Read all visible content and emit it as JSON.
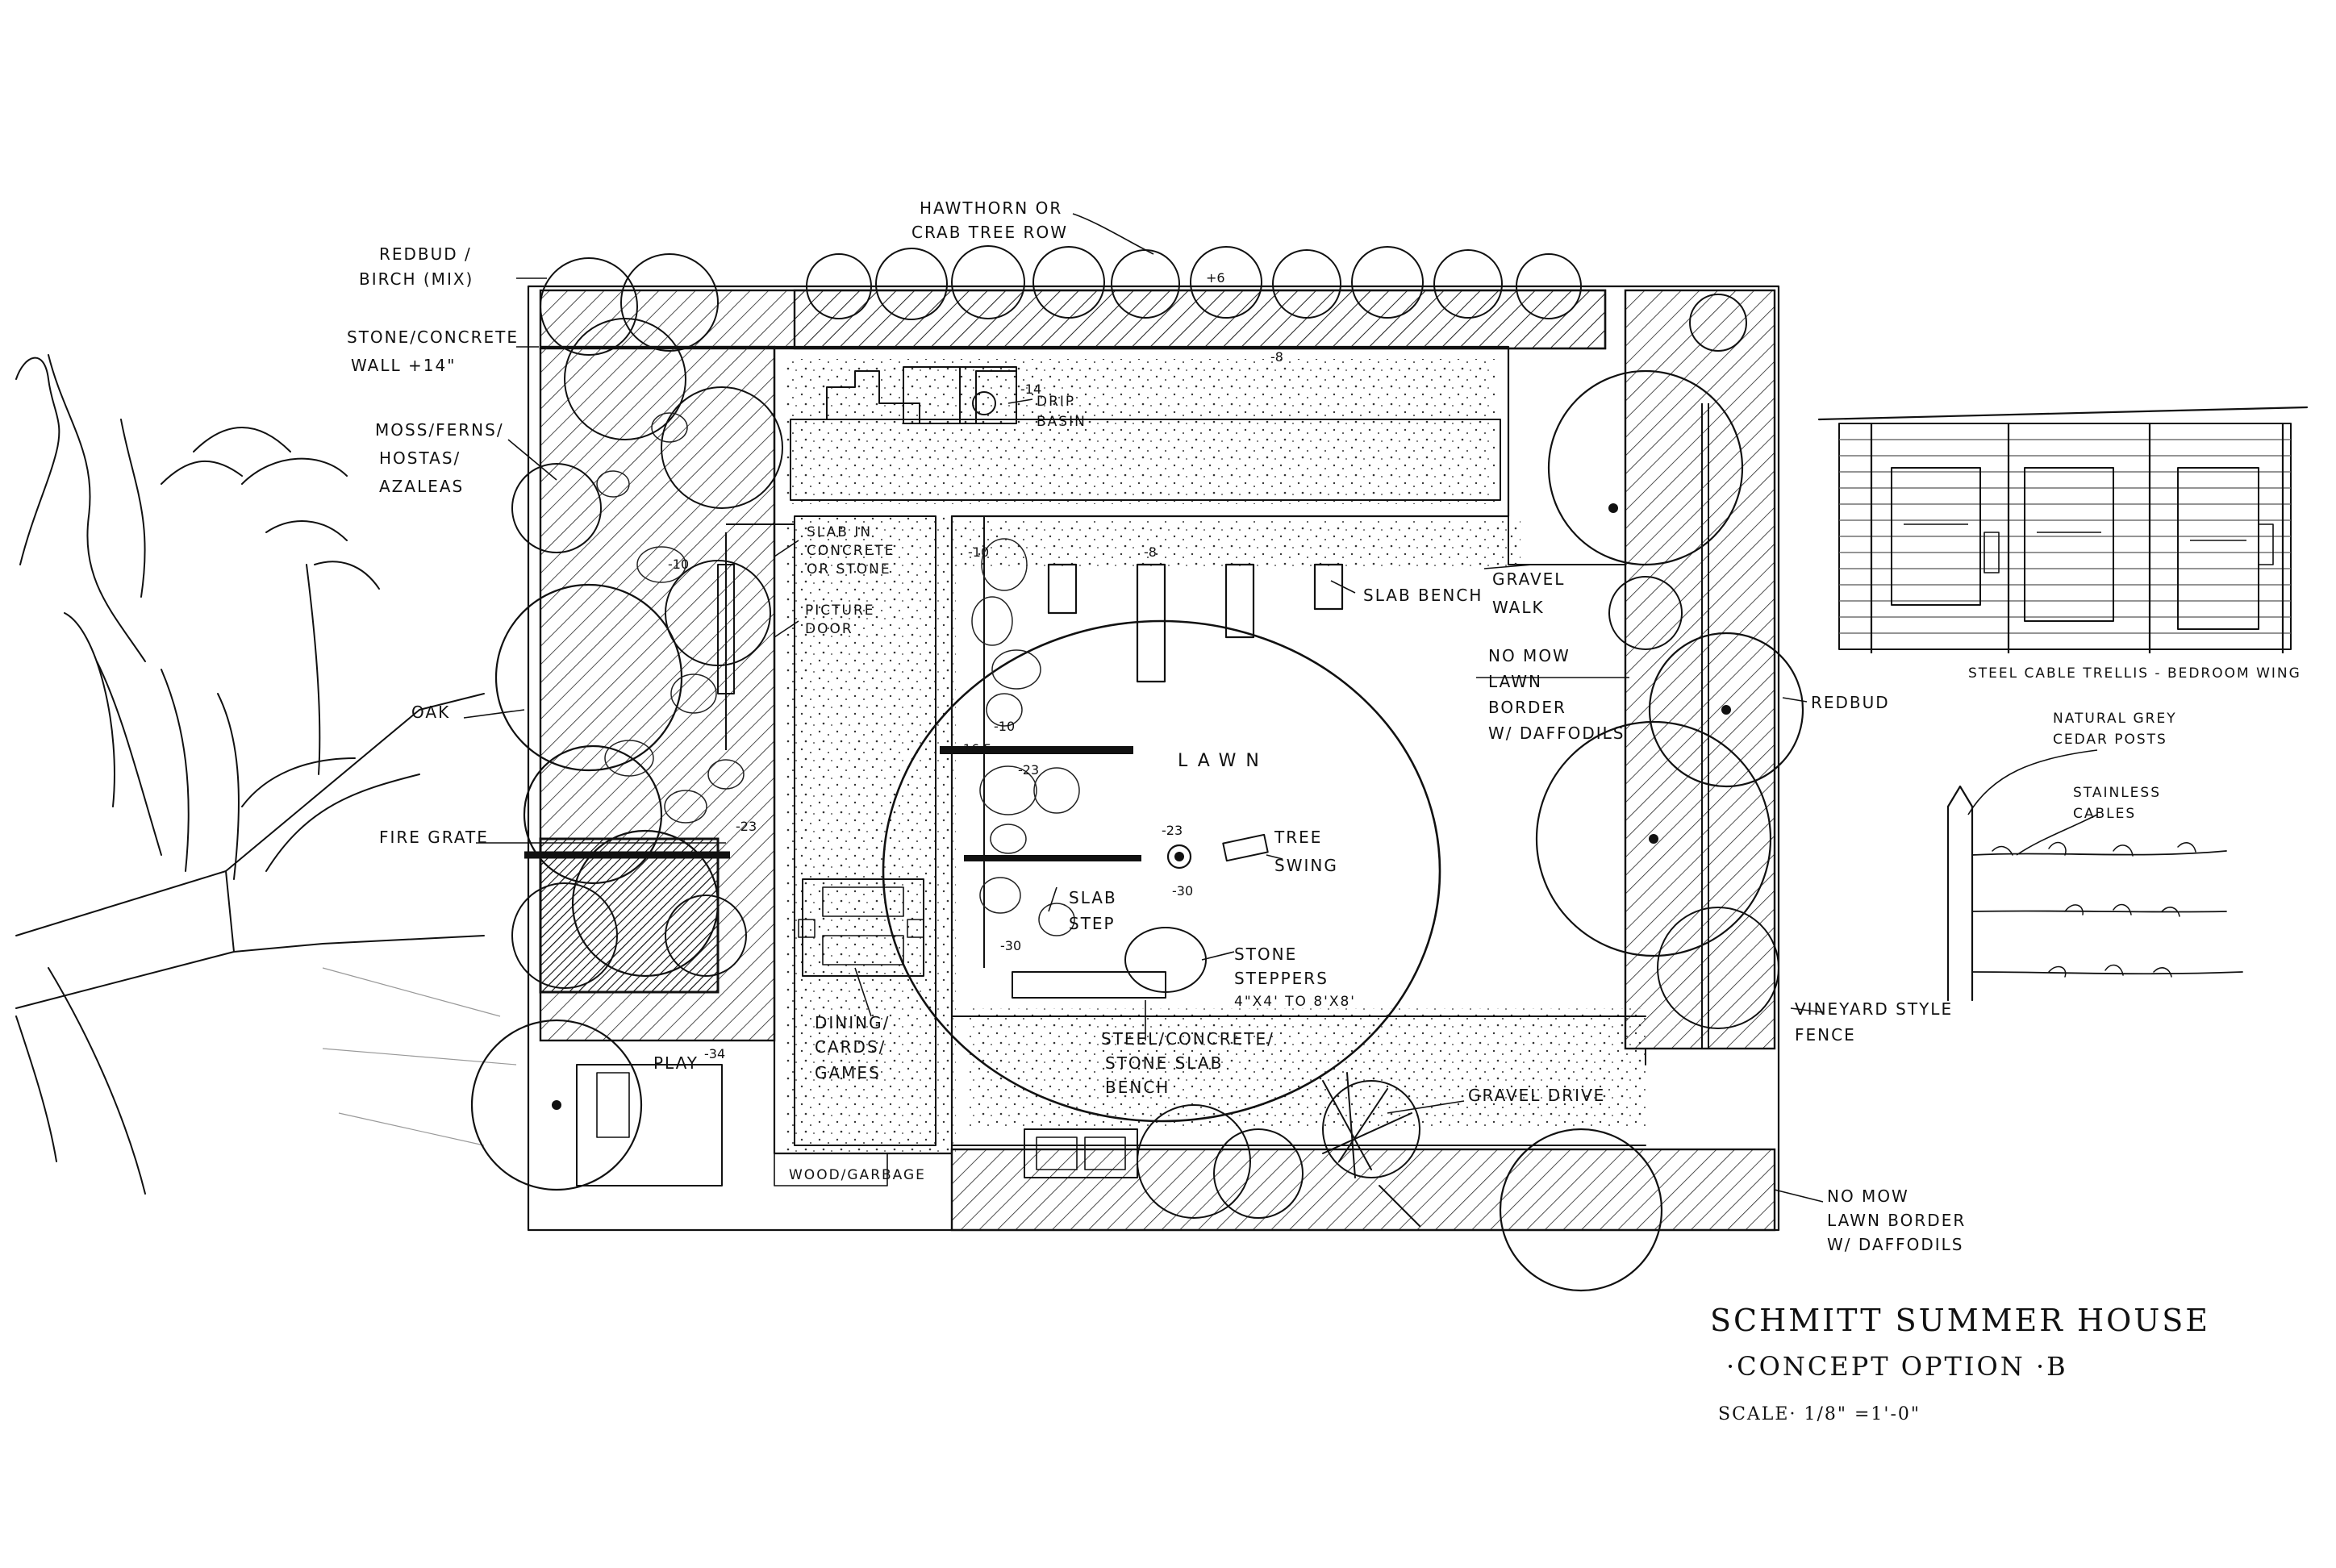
{
  "drawing": {
    "title": "Schmitt Summer House",
    "subtitle": "·Concept option ·B",
    "scale": "Scale· 1/8\" =1'-0\""
  },
  "labels": {
    "redbud_birch_1": "Redbud /",
    "redbud_birch_2": "Birch (Mix)",
    "wall_1": "Stone/Concrete",
    "wall_2": "Wall +14\"",
    "moss_1": "Moss/Ferns/",
    "moss_2": "Hostas/",
    "moss_3": "Azaleas",
    "oak": "Oak",
    "fire_grate": "Fire Grate",
    "play": "Play",
    "hawthorn_1": "Hawthorn or",
    "hawthorn_2": "Crab Tree Row",
    "drip_1": "Drip",
    "drip_2": "Basin",
    "slab_concrete_1": "Slab in",
    "slab_concrete_2": "Concrete",
    "slab_concrete_3": "or Stone",
    "picture_1": "Picture",
    "picture_2": "Door",
    "slab_bench": "Slab Bench",
    "gravel_walk_1": "Gravel",
    "gravel_walk_2": "Walk",
    "nomow_1": "No Mow",
    "nomow_2": "Lawn",
    "nomow_3": "Border",
    "nomow_4": "w/ Daffodils",
    "lawn": "LAWN",
    "tree_swing_1": "Tree",
    "tree_swing_2": "Swing",
    "slab_step_1": "Slab",
    "slab_step_2": "Step",
    "stone_steppers_1": "Stone",
    "stone_steppers_2": "Steppers",
    "stone_steppers_3": "4\"x4' to 8'x8'",
    "dining_1": "Dining/",
    "dining_2": "Cards/",
    "dining_3": "Games",
    "steel_bench_1": "Steel/Concrete/",
    "steel_bench_2": "Stone Slab",
    "steel_bench_3": "Bench",
    "gravel_drive": "Gravel Drive",
    "wood_garbage": "Wood/Garbage",
    "redbud_right": "Redbud",
    "vineyard_1": "Vineyard Style",
    "vineyard_2": "Fence",
    "nomow_bottom_1": "No Mow",
    "nomow_bottom_2": "Lawn Border",
    "nomow_bottom_3": "w/ Daffodils",
    "trellis": "Steel Cable Trellis - Bedroom Wing",
    "cedar_1": "Natural Grey",
    "cedar_2": "Cedar Posts",
    "cables_1": "Stainless",
    "cables_2": "Cables"
  },
  "grades": {
    "g_plus6": "+6",
    "g_minus8_top": "-8",
    "g_minus14": "-14",
    "g_minus10_a": "-10",
    "g_minus10_b": "-10",
    "g_minus8_mid": "-8",
    "g_minus10_c": "-10",
    "g_minus16": "-16.5",
    "g_minus23_a": "-23",
    "g_minus23_b": "-23",
    "g_minus23_c": "-23",
    "g_minus30_a": "-30",
    "g_minus30_b": "-30",
    "g_minus34": "-34"
  }
}
